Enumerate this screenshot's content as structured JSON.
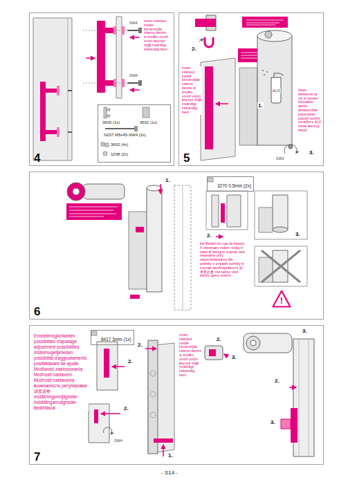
{
  "diagram": {
    "nodes": [
      {
        "text": [
          "4"
        ]
      },
      {
        "text": [
          "3600 (1x)",
          "3601 (1x)",
          "N207 M5x45-SW4 (2x)",
          "3602 (4x)",
          "1038 (2x)"
        ],
        "in": 0
      },
      {
        "text": [
          "5"
        ]
      },
      {
        "text": [
          "6"
        ]
      },
      {
        "text": [
          "3270 0,5mm (2x)"
        ],
        "in": 3
      },
      {
        "text": [
          "!"
        ],
        "in": 3
      },
      {
        "text": [
          "7"
        ]
      },
      {
        "text": [
          "8417 3mm (1x)"
        ],
        "in": 6
      }
    ],
    "labels": [
      "SW4",
      "SW4",
      "innen intérieur inside binnenzijde interno dentro w środku uvnitř vnútri внутри 内侧 invändigt indvendig bent",
      "2.",
      "1.",
      "H₂O",
      "SW2",
      "3.",
      "innen intérieur inside binnenzijde interno dentro w środku uvnitř vnútri внутри 内侧 invändigt indvendig bent",
      "lösen desserrer la vis to loosen losmaken aprire desatornillar poluzować povolit uvoľniť ослабить 松开 lossa løsning felold",
      "1.",
      "2.",
      "bei Bedarf en cas de besoin if necessary indien nodig in caso di bisogno cuando sea necesario przy zapotrzebowaniu dle potřeby v prípade potreby в случае необходимости 如果有必要 Vid behov Ved behov Igény szerint",
      "3.",
      "Einstellmöglichkeiten possibilités d'ajustage adjustment possibilities Instelmogelijkheden possibilità d'aggiustamento posibilidades de ajuste Możliwość zastosowania Možnosti nastavení Možnosti nastavenia возможность регулировки 调度调整 Inställningsmöjligheter Indstillingsmuligheder Beállítások",
      "2.",
      "2.",
      "SW4",
      "innen intérieur inside binnenzijde interno dentro w środku uvnitř vnútri внутри 内侧 invändigt indvendig bent",
      "2.",
      "1.",
      "2.",
      "3.",
      "3.",
      "2.",
      "3.",
      "- S14 -"
    ]
  }
}
